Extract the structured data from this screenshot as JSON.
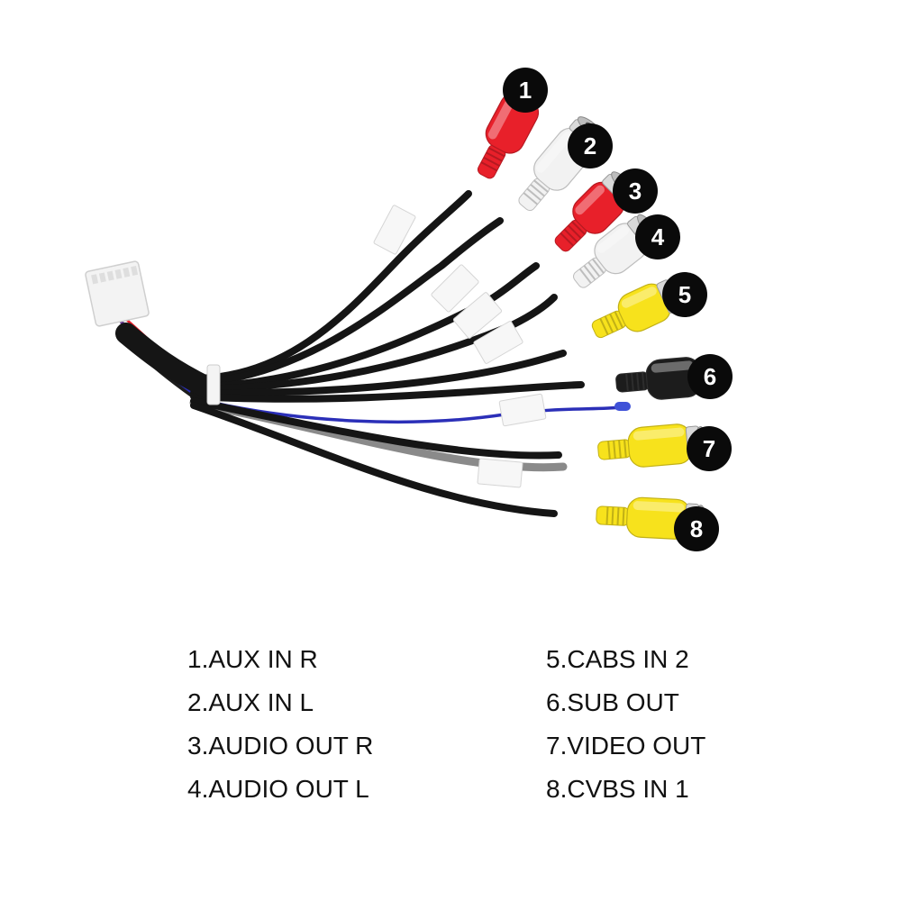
{
  "connectors": [
    {
      "number": "1",
      "label": "1.AUX IN R",
      "plug_color": "red"
    },
    {
      "number": "2",
      "label": "2.AUX IN L",
      "plug_color": "white"
    },
    {
      "number": "3",
      "label": "3.AUDIO OUT R",
      "plug_color": "red"
    },
    {
      "number": "4",
      "label": "4.AUDIO OUT L",
      "plug_color": "white"
    },
    {
      "number": "5",
      "label": "5.CABS IN 2",
      "plug_color": "yellow"
    },
    {
      "number": "6",
      "label": "6.SUB OUT",
      "plug_color": "black"
    },
    {
      "number": "7",
      "label": "7.VIDEO OUT",
      "plug_color": "yellow"
    },
    {
      "number": "8",
      "label": "8.CVBS IN 1",
      "plug_color": "yellow"
    }
  ],
  "colors": {
    "red": "#e8202a",
    "white": "#f2f2f2",
    "yellow": "#f7e21c",
    "black": "#1c1c1c",
    "cable": "#151515",
    "remote_wire": "#2b2fb8",
    "gray_wire": "#8a8a8a",
    "badge": "#0a0a0a"
  }
}
